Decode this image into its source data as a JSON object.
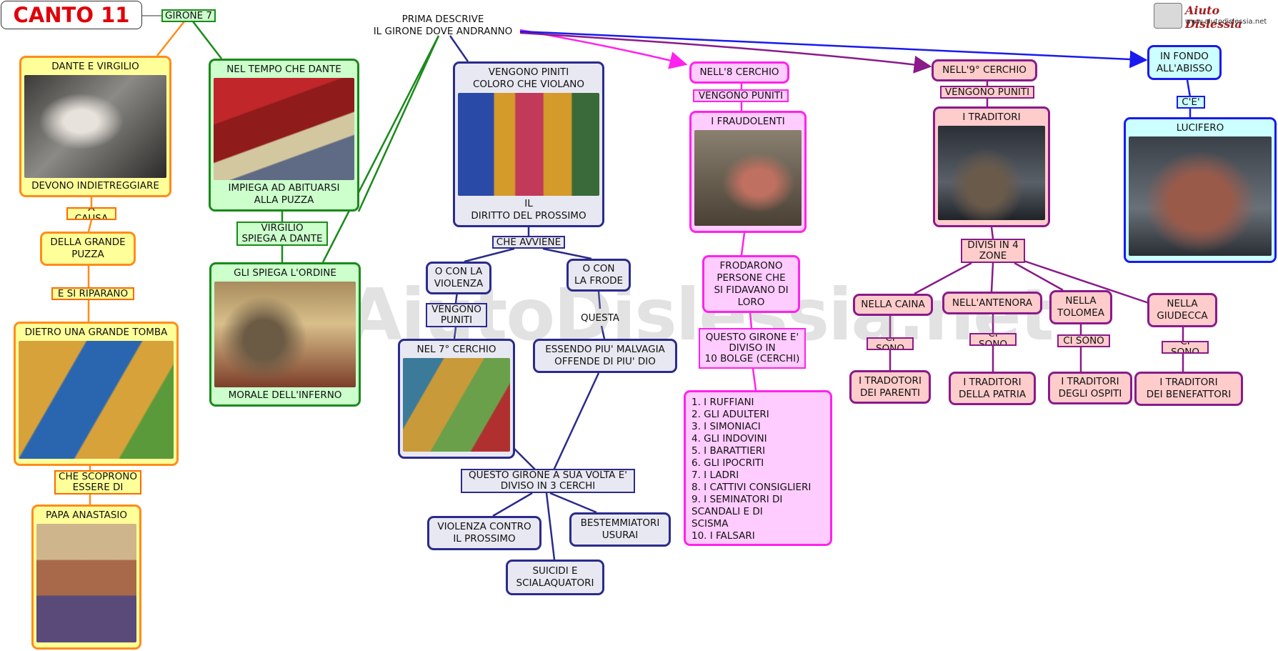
{
  "title": "CANTO 11",
  "watermark": "By AiutoDislessia.net",
  "logo": {
    "brand": "Aiuto Dislessia",
    "url": "www.aiutodislessia.net"
  },
  "nodes": {
    "girone7": "GIRONE 7",
    "dante_virgilio": {
      "top": "DANTE E VIRGILIO",
      "bottom": "DEVONO INDIETREGGIARE"
    },
    "a_causa": "A CAUSA",
    "grande_puzza": "DELLA GRANDE\nPUZZA",
    "si_riparano": "E SI RIPARANO",
    "tomba": {
      "top": "DIETRO UNA GRANDE TOMBA"
    },
    "scoprono": "CHE SCOPRONO\nESSERE DI",
    "anastasio": {
      "top": "PAPA ANASTASIO"
    },
    "tempo": {
      "top": "NEL TEMPO CHE DANTE",
      "bottom": "IMPIEGA AD ABITUARSI\nALLA PUZZA"
    },
    "virgilio_spiega": "VIRGILIO\nSPIEGA A DANTE",
    "ordine": {
      "top": "GLI SPIEGA L'ORDINE",
      "bottom": "MORALE DELL'INFERNO"
    },
    "prima_descrive": "PRIMA DESCRIVE\nIL GIRONE DOVE ANDRANNO",
    "violano": {
      "top": "VENGONO PINITI\nCOLORO CHE VIOLANO",
      "bottom": "IL\nDIRITTO DEL PROSSIMO"
    },
    "che_avviene": "CHE AVVIENE",
    "con_violenza": "O CON LA\nVIOLENZA",
    "con_frode": "O CON\nLA FRODE",
    "vengono_puniti_7": "VENGONO\nPUNITI",
    "questa": "QUESTA",
    "settimo": {
      "top": "NEL 7° CERCHIO"
    },
    "malvagia": "ESSENDO PIU' MALVAGIA\nOFFENDE DI PIU' DIO",
    "tre_cerchi": "QUESTO GIRONE A SUA VOLTA E'\nDIVISO IN 3 CERCHI",
    "violenza_prossimo": "VIOLENZA CONTRO\nIL PROSSIMO",
    "bestemmiatori": "BESTEMMIATORI\nUSURAI",
    "suicidi": "SUICIDI E\nSCIALAQUATORI",
    "ottavo": "NELL'8 CERCHIO",
    "vengono_puniti_8": "VENGONO PUNITI",
    "fraudolenti": {
      "top": "I FRAUDOLENTI"
    },
    "frodarono": "FRODARONO\nPERSONE CHE\nSI FIDAVANO DI\nLORO",
    "bolge": "QUESTO GIRONE E'\nDIVISO IN\n10 BOLGE (CERCHI)",
    "bolge_list": [
      "1. I RUFFIANI",
      "2. GLI ADULTERI",
      "3. I SIMONIACI",
      "4. GLI INDOVINI",
      "5. I BARATTIERI",
      "6. GLI IPOCRITI",
      "7. I LADRI",
      "8. I CATTIVI CONSIGLIERI",
      "9. I SEMINATORI DI\n SCANDALI E DI\nSCISMA",
      "10. I FALSARI"
    ],
    "nono": "NELL'9° CERCHIO",
    "vengono_puniti_9": "VENGONO PUNITI",
    "traditori": {
      "top": "I TRADITORI"
    },
    "divisi_zone": "DIVISI IN 4\nZONE",
    "caina": "NELLA CAINA",
    "antenora": "NELL'ANTENORA",
    "tolomea": "NELLA\nTOLOMEA",
    "giudecca": "NELLA\nGIUDECCA",
    "ci_sono": "CI SONO",
    "trad_parenti": "I TRADOTORI\nDEI PARENTI",
    "trad_patria": "I TRADITORI\nDELLA PATRIA",
    "trad_ospiti": "I TRADITORI\nDEGLI OSPITI",
    "trad_benefattori": "I TRADITORI\nDEI BENEFATTORI",
    "fondo_abisso": "IN FONDO\nALL'ABISSO",
    "ce": "C'E'",
    "lucifero": {
      "top": "LUCIFERO"
    }
  },
  "colors": {
    "orange": "#ff8c1a",
    "green": "#1a8a1a",
    "navy": "#2b2b8c",
    "magenta": "#ff22ee",
    "purple": "#8a1a8a",
    "blue": "#1a1aee",
    "title_red": "#e0000a"
  }
}
